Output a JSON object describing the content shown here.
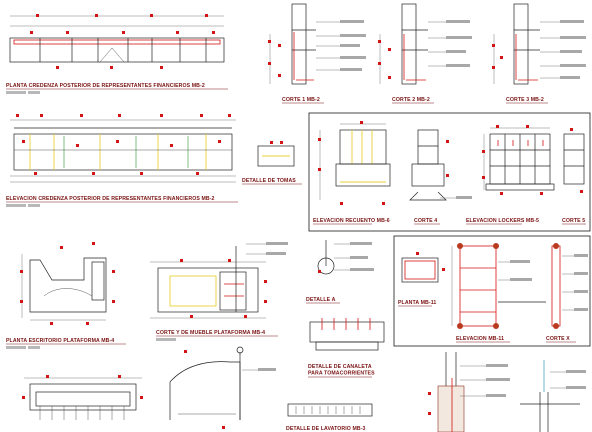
{
  "sheet": {
    "background": "#ffffff",
    "colors": {
      "title": "#7a1212",
      "red_line": "#d41414",
      "yellow_line": "#e6d23a",
      "green_line": "#2c8f2c",
      "note_text": "#a8a8a8",
      "line": "#222222"
    }
  },
  "titles": {
    "credenza_plan": "PLANTA CREDENZA POSTERIOR DE REPRESENTANTES FINANCIEROS MB-2",
    "corte1": "CORTE 1 MB-2",
    "corte2": "CORTE 2 MB-2",
    "corte3": "CORTE 3 MB-2",
    "credenza_elevation": "ELEVACION CREDENZA POSTERIOR DE REPRESENTANTES FINANCIEROS MB-2",
    "detalle_tomas": "DETALLE DE TOMAS",
    "elev_recuento": "ELEVACION RECUENTO MB-6",
    "corte4": "CORTE 4",
    "elev_lockers": "ELEVACION LOCKERS MB-5",
    "corte5": "CORTE 5",
    "escritorio_plan": "PLANTA ESCRITORIO PLATAFORMA MB-4",
    "corte_mueble": "CORTE Y DE MUEBLE PLATAFORMA MB-4",
    "detalle_a": "DETALLE A",
    "detalle_canaleta": "DETALLE DE CANALETA\nPARA TOMACORRIENTES",
    "planta_mb11": "PLANTA MB-11",
    "elev_mb11": "ELEVACION MB-11",
    "corte_x": "CORTE X",
    "bottom_partial": "DETALLE DE LAVATORIO MB-3"
  }
}
